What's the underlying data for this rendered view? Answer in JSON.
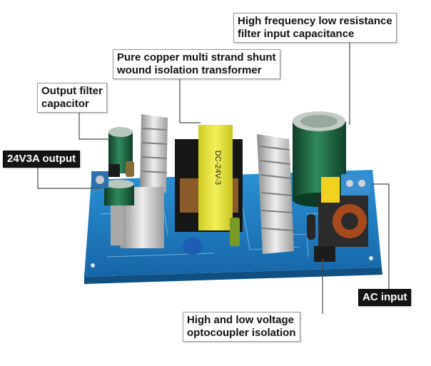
{
  "callouts": {
    "capacitance": [
      "High frequency low resistance",
      "filter input capacitance"
    ],
    "transformer": [
      "Pure copper multi strand shunt",
      "wound isolation transformer"
    ],
    "output_filter": [
      "Output filter",
      "capacitor"
    ],
    "output": "24V3A output",
    "ac_input": "AC input",
    "optocoupler": [
      "High and low voltage",
      "optocoupler isolation"
    ]
  },
  "board_markings": {
    "transformer_label": "DC-24V-3"
  },
  "colors": {
    "pcb_blue": "#1f7fc4",
    "transformer_yellow": "#e6e23a",
    "capacitor_green": "#1f6b45",
    "callout_dark": "#141414"
  }
}
